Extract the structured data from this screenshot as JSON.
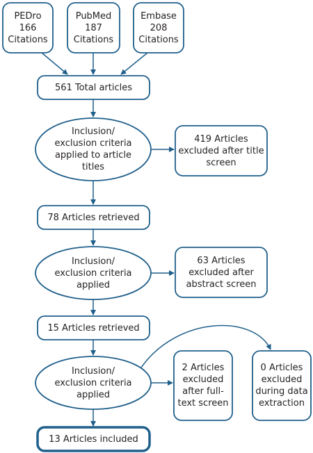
{
  "sources": [
    {
      "text": "PEDro\n166\nCitations"
    },
    {
      "text": "PubMed\n187\nCitations"
    },
    {
      "text": "Embase\n208\nCitations"
    }
  ],
  "total": "561 Total articles",
  "criteria_1": "Inclusion/\nexclusion criteria\napplied to article\ntitles",
  "excluded_title": "419 Articles\nexcluded after title\nscreen",
  "retrieved_1": "78 Articles retrieved",
  "criteria_2": "Inclusion/\nexclusion criteria\napplied",
  "excluded_abstract": "63 Articles\nexcluded after\nabstract screen",
  "retrieved_2": "15 Articles retrieved",
  "criteria_3": "Inclusion/\nexclusion criteria\napplied",
  "excluded_fulltext": "2 Articles\nexcluded\nafter full-\ntext screen",
  "excluded_extraction": "0 Articles\nexcluded\nduring data\nextraction",
  "included": "13 Articles included",
  "colors": {
    "stroke": "#1f5f8b",
    "text": "#231f20"
  }
}
